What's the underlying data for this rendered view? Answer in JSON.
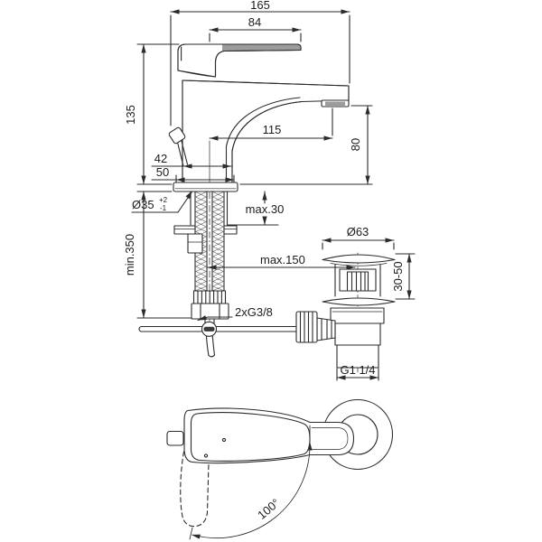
{
  "drawing": {
    "background": "#ffffff",
    "line_color": "#2b2b2b",
    "lever_fill": "#9c9c9c",
    "dims": {
      "overall_width": "165",
      "handle_reach": "84",
      "body_height": "135",
      "spout_reach": "115",
      "outlet_height": "80",
      "body_width": "42",
      "base_width": "50",
      "hole_diameter": "Ø35",
      "hole_tol_plus": "+2",
      "hole_tol_minus": "-1",
      "deck_thickness": "max.30",
      "hose_length": "min.350",
      "rod_distance": "max.150",
      "supply_thread": "2xG3/8",
      "waste_flange_diameter": "Ø63",
      "waste_clamp_range": "30-50",
      "waste_thread": "G1 1/4",
      "handle_swivel_angle": "100°"
    }
  }
}
